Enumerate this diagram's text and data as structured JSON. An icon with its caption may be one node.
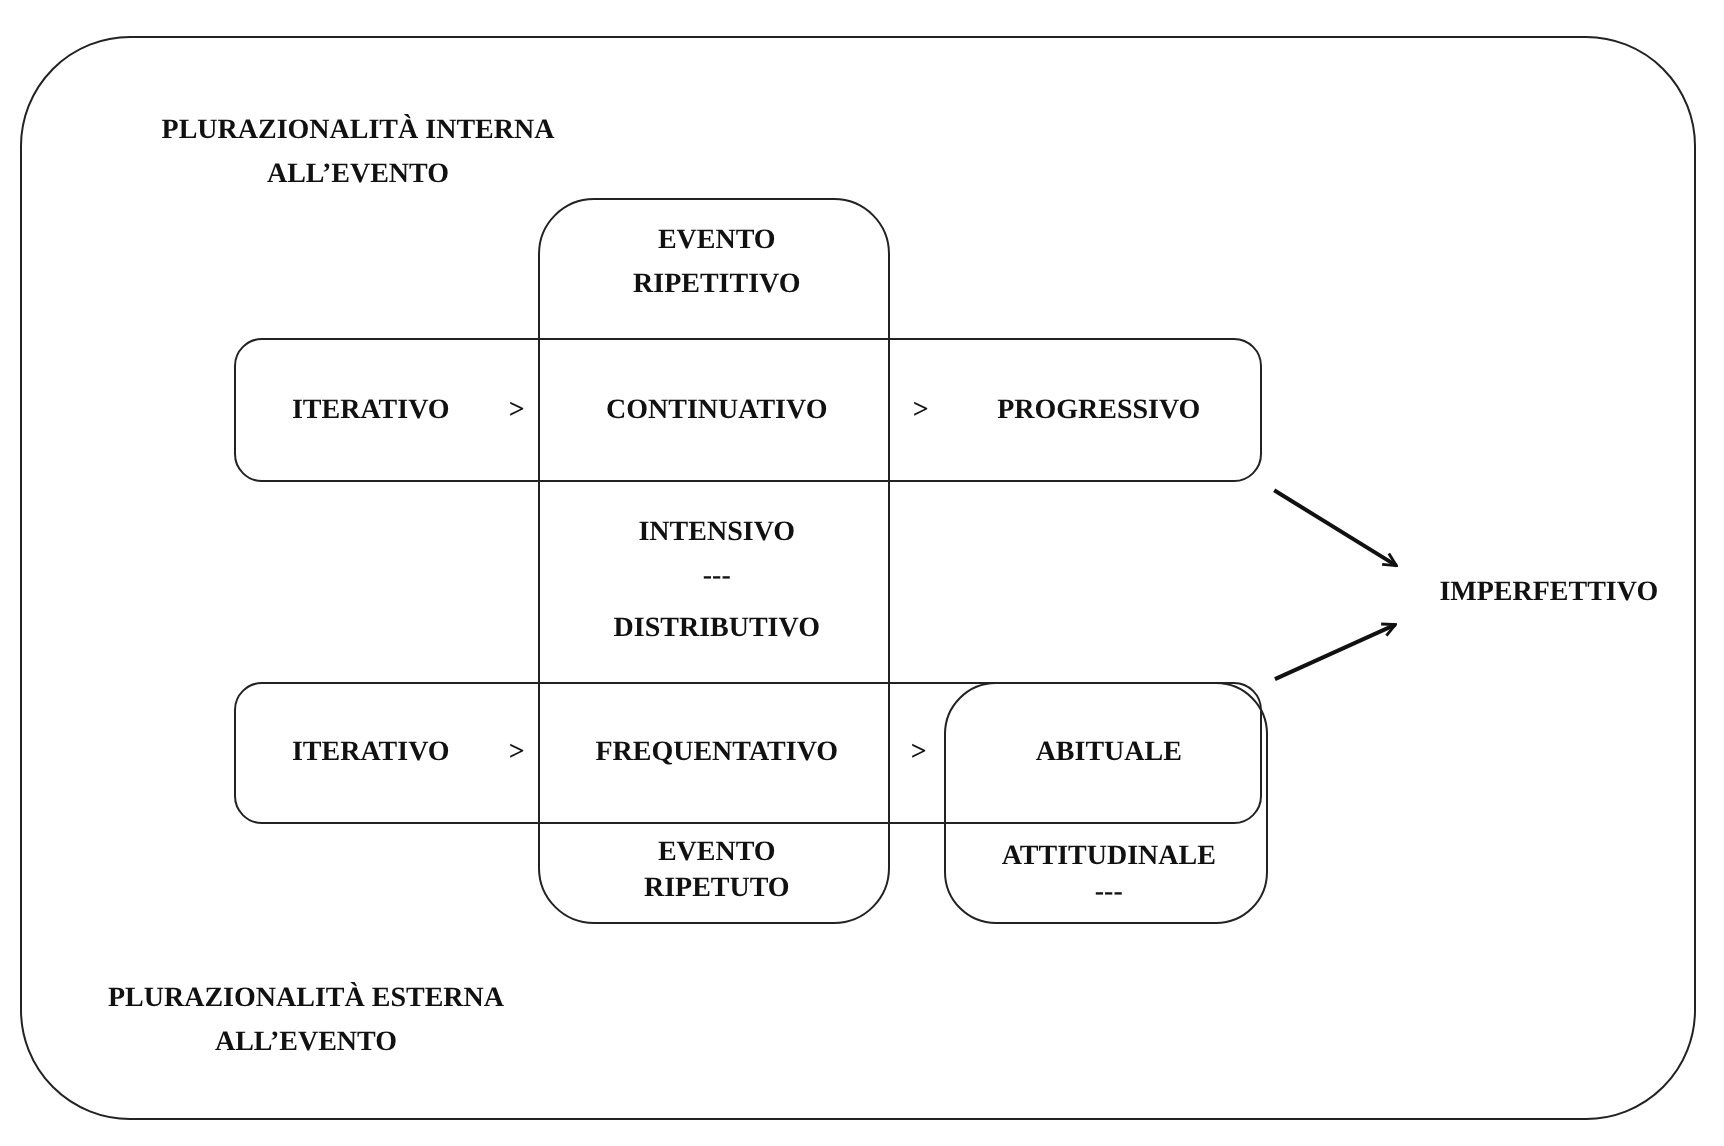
{
  "diagram": {
    "nodes": [
      {
        "text": [
          "PLURAZIONALITÀ INTERNA ALL’EVENTO",
          "PLURAZIONALITÀ ESTERNA ALL’EVENTO"
        ]
      },
      {
        "text": [
          "EVENTO RIPETITIVO",
          "INTENSIVO",
          "---",
          "DISTRIBUTIVO",
          "EVENTO RIPETUTO"
        ],
        "in": 0
      },
      {
        "text": [
          "ITERATIVO",
          ">",
          "CONTINUATIVO",
          ">",
          "PROGRESSIVO"
        ],
        "in": 0
      },
      {
        "text": [
          "ITERATIVO",
          ">",
          "FREQUENTATIVO",
          ">"
        ],
        "in": 0
      },
      {
        "text": [
          "ABITUALE",
          "ATTITUDINALE",
          "---"
        ],
        "in": 0
      },
      {
        "text": [
          "IMPERFETTIVO"
        ],
        "in": 0
      }
    ],
    "edges": [
      {
        "from": 2,
        "to": 5,
        "arrow": "to"
      },
      {
        "from": 3,
        "to": 5,
        "arrow": "to"
      }
    ]
  }
}
